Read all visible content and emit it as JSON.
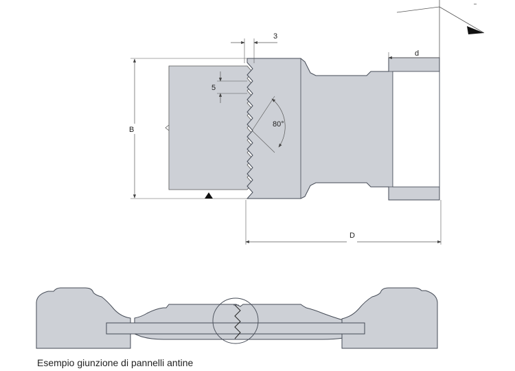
{
  "dimensions": {
    "pitch": "3",
    "tooth_depth": "5",
    "angle": "80°",
    "height": "B",
    "bore": "d",
    "diameter": "D"
  },
  "caption": "Esempio giunzione di pannelli antine",
  "colors": {
    "fill": "#cdd0d6",
    "stroke": "#444a55",
    "dim": "#555555"
  }
}
